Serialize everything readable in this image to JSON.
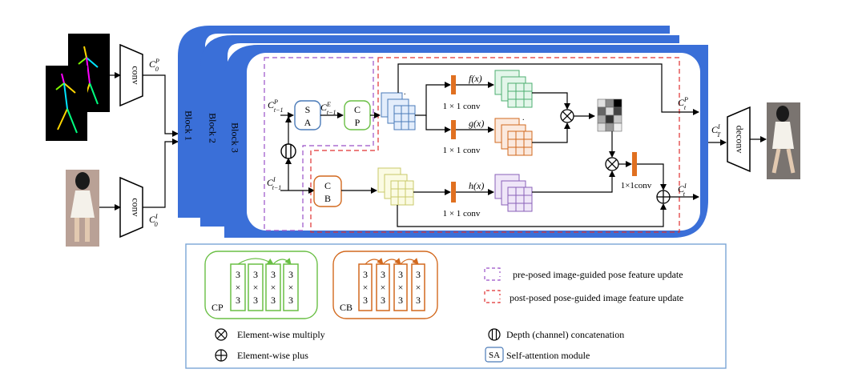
{
  "inputs": {
    "conv_top": "conv",
    "conv_bottom": "conv",
    "c0p_base": "C",
    "c0p_sup": "P",
    "c0p_sub": "0",
    "c0i_base": "C",
    "c0i_sub": "0",
    "c0i_sup": "I"
  },
  "blocks": [
    "Block 1",
    "Block 2",
    "Block 3"
  ],
  "inner": {
    "cpt1_base": "C",
    "cpt1_sup": "P",
    "cpt1_sub": "t−1",
    "cit1_base": "C",
    "cit1_sup": "I",
    "cit1_sub": "t−1",
    "cet1_base": "C",
    "cet1_sup": "E",
    "cet1_sub": "t−1",
    "sa_s": "S",
    "sa_a": "A",
    "cp_c": "C",
    "cp_p": "P",
    "cb_c": "C",
    "cb_b": "B",
    "f_label": "f(x)",
    "g_label": "g(x)",
    "h_label": "h(x)",
    "conv1_f": "1 × 1 conv",
    "conv1_g": "1 × 1 conv",
    "conv1_h": "1 × 1 conv",
    "conv1_out": "1×1conv",
    "ctp_base": "C",
    "ctp_sup": "P",
    "ctp_sub": "t",
    "cti_base": "C",
    "cti_sup": "I",
    "cti_sub": "t",
    "dot": "."
  },
  "output": {
    "deconv": "deconv",
    "cti_base": "C",
    "cti_sup": "I",
    "cti_sub": "T"
  },
  "legend": {
    "cp_label": "CP",
    "cb_label": "CB",
    "cell_top": "3",
    "cell_mid": "×",
    "cell_bot": "3",
    "purple_text": "pre-posed image-guided pose feature update",
    "red_text": "post-posed pose-guided image feature update",
    "multiply_text": "Element-wise multiply",
    "plus_text": "Element-wise plus",
    "concat_text": "Depth (channel) concatenation",
    "sa_icon": "SA",
    "sa_text": "Self-attention module"
  },
  "colors": {
    "block_blue": "#3a6fd8",
    "cp_green": "#6abf45",
    "cb_orange": "#d2691e",
    "sa_blue": "#4a7ab8",
    "purple_dash": "#9a50c8",
    "red_dash": "#e03030",
    "legend_border": "#7aa6d6",
    "conv_orange": "#e07020"
  }
}
